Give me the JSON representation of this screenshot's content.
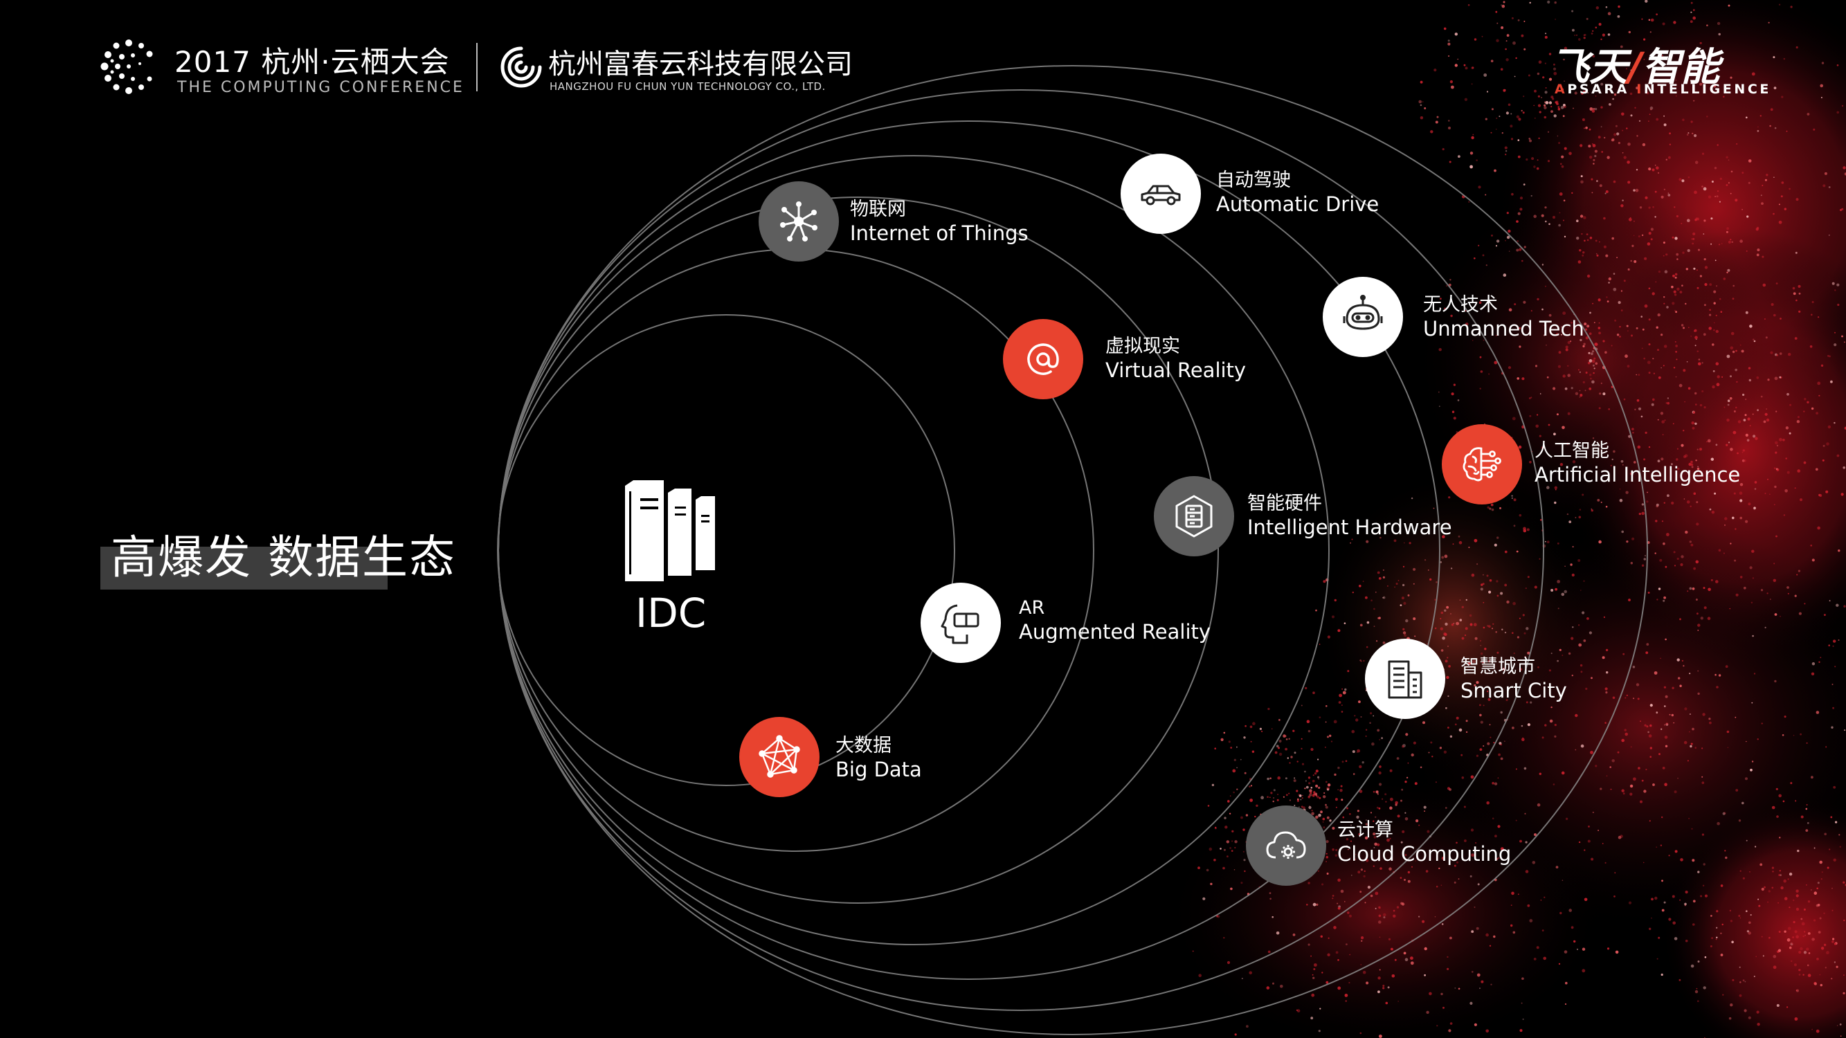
{
  "header": {
    "conference_title": "2017 杭州·云栖大会",
    "conference_subtitle": "THE COMPUTING CONFERENCE",
    "company_name": "杭州富春云科技有限公司",
    "company_name_en": "HANGZHOU FU CHUN YUN TECHNOLOGY CO., LTD.",
    "brand_part1": "飞天",
    "brand_slash": "/",
    "brand_part2": "智能",
    "brand_sub_a": "A",
    "brand_sub_b": "PSARA ",
    "brand_sub_c": "I",
    "brand_sub_d": "NTELLIGENCE"
  },
  "headline": "高爆发 数据生态",
  "center": {
    "label": "IDC"
  },
  "nodes": [
    {
      "zh": "物联网",
      "en": "Internet of Things",
      "icon": "network-hub-icon",
      "style": "gray"
    },
    {
      "zh": "自动驾驶",
      "en": "Automatic Drive",
      "icon": "car-icon",
      "style": "white"
    },
    {
      "zh": "无人技术",
      "en": "Unmanned Tech",
      "icon": "robot-icon",
      "style": "white"
    },
    {
      "zh": "虚拟现实",
      "en": "Virtual Reality",
      "icon": "at-sign-icon",
      "style": "red"
    },
    {
      "zh": "人工智能",
      "en": "Artificial Intelligence",
      "icon": "brain-circuit-icon",
      "style": "red"
    },
    {
      "zh": "智能硬件",
      "en": "Intelligent Hardware",
      "icon": "hardware-hex-icon",
      "style": "gray"
    },
    {
      "zh": "AR",
      "en": "Augmented Reality",
      "icon": "ar-headset-icon",
      "style": "white"
    },
    {
      "zh": "智慧城市",
      "en": "Smart City",
      "icon": "buildings-icon",
      "style": "white"
    },
    {
      "zh": "大数据",
      "en": "Big Data",
      "icon": "data-mesh-icon",
      "style": "red"
    },
    {
      "zh": "云计算",
      "en": "Cloud Computing",
      "icon": "cloud-gear-icon",
      "style": "gray"
    }
  ],
  "colors": {
    "accent_red": "#e8432f",
    "icon_gray": "#5e5e5e",
    "orbit_line": "#8a8a8a",
    "background": "#000000"
  }
}
